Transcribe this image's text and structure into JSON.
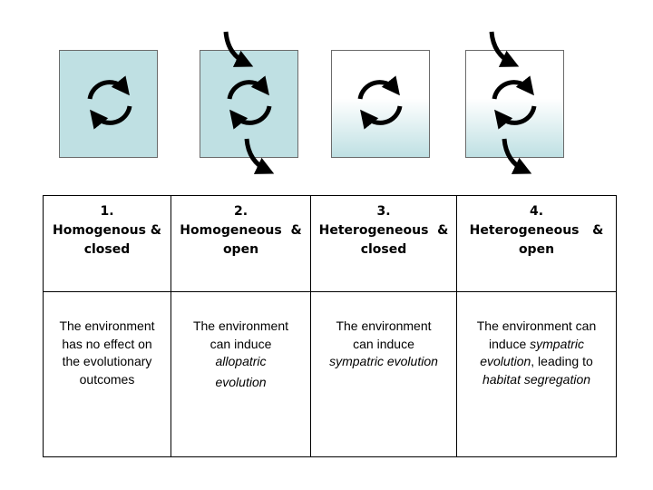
{
  "columns": [
    {
      "number": "1.",
      "title_line1": "Homogenous &",
      "title_line2": "closed",
      "desc": [
        "The environment",
        "has no effect on",
        "the evolutionary",
        "outcomes"
      ],
      "box": "solid",
      "arrows": false
    },
    {
      "number": "2.",
      "title_line1": "Homogeneous  &",
      "title_line2": "open",
      "desc": [
        "The environment",
        "can induce",
        "allopatric",
        "evolution"
      ],
      "box": "solid",
      "arrows": true
    },
    {
      "number": "3.",
      "title_line1": "Heterogeneous  &",
      "title_line2": "closed",
      "desc": [
        "The environment",
        "can induce",
        "sympatric evolution"
      ],
      "box": "gradient",
      "arrows": false
    },
    {
      "number": "4.",
      "title_line1": "Heterogeneous   &",
      "title_line2": "open",
      "desc": [
        "The environment can",
        "induce ",
        "sympatric",
        "evolution",
        ", leading to",
        "habitat segregation"
      ],
      "box": "gradient",
      "arrows": true
    }
  ],
  "colors": {
    "solid_fill": "#bfe0e3",
    "icon": "#000000",
    "table_border": "#000000"
  },
  "icons": [
    "cycle-icon",
    "arrow-in-icon",
    "arrow-out-icon"
  ]
}
